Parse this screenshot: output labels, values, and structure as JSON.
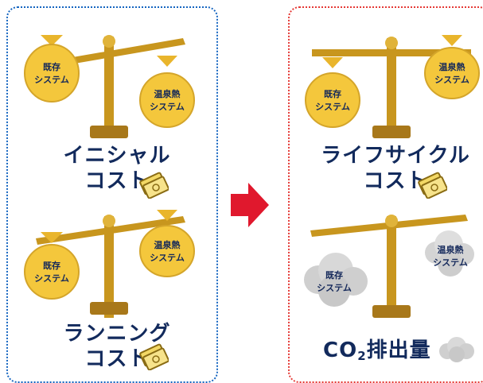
{
  "colors": {
    "left_border": "#1565c0",
    "right_border": "#e53935",
    "arrow": "#e0182d",
    "gold": "#d4a52a",
    "bag": "#f4c73c",
    "smoke": "#cfcfcf",
    "text": "#122a5c"
  },
  "bags": {
    "existing_1": "既存",
    "existing_2": "システム",
    "geothermal_1": "温泉熱",
    "geothermal_2": "システム"
  },
  "captions": {
    "initial_1": "イニシャル",
    "initial_2": "コスト",
    "running_1": "ランニング",
    "running_2": "コスト",
    "lifecycle_1": "ライフサイクル",
    "lifecycle_2": "コスト",
    "co2_prefix": "CO",
    "co2_sub": "2",
    "co2_suffix": "排出量"
  },
  "icons": {
    "money": "money-bills-icon",
    "arrow": "right-arrow-icon",
    "smoke": "smoke-cloud-icon"
  }
}
